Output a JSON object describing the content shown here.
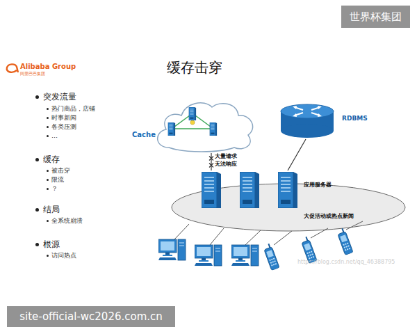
{
  "diagram": {
    "title": "缓存击穿",
    "nodes": [
      {
        "text": [
          "Cache"
        ]
      },
      {
        "text": [
          "RDBMS"
        ]
      },
      {
        "text": [
          "应用服务器"
        ]
      }
    ],
    "edges": [
      {
        "from": 2,
        "to": 0,
        "arrow": "none",
        "label": "大量请求 无法响应"
      },
      {
        "from": 2,
        "to": 1,
        "arrow": "none"
      }
    ],
    "labels": [
      "世界杯集团",
      "Alibaba Group",
      "阿里巴巴集团",
      "突发流量",
      "热门商品，店铺",
      "时事新闻",
      "各类压测",
      "…",
      "缓存",
      "被击穿",
      "限流",
      "？",
      "结局",
      "全系统崩溃",
      "根源",
      "访问热点",
      "大促活动或热点新闻",
      "https://blog.csdn.net/qq_46388795",
      "site-official-wc2026.com.cn"
    ]
  }
}
